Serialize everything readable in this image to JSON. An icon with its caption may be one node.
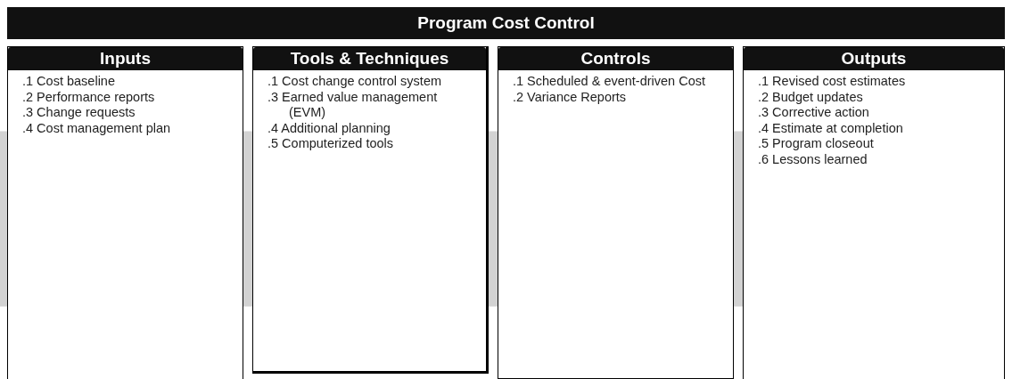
{
  "diagram": {
    "nodes": [
      {
        "text": [
          "Program Cost Control"
        ]
      },
      {
        "text": [
          "Inputs",
          ".1 Cost baseline",
          ".2 Performance reports",
          ".3 Change requests",
          ".4 Cost management plan"
        ]
      },
      {
        "text": [
          "Tools & Techniques",
          ".1 Cost change control system",
          ".3 Earned value management (EVM)",
          ".4 Additional planning",
          ".5 Computerized tools"
        ]
      },
      {
        "text": [
          "Controls",
          ".1 Scheduled & event-driven Cost",
          ".2 Variance Reports"
        ]
      },
      {
        "text": [
          "Outputs",
          ".1 Revised cost estimates",
          ".2 Budget updates",
          ".3 Corrective action",
          ".4 Estimate at completion",
          ".5 Program closeout",
          ".6 Lessons learned"
        ]
      }
    ],
    "edges": [
      {
        "from": null,
        "to": 1,
        "arrow": "none"
      },
      {
        "from": 1,
        "to": 2,
        "arrow": "none"
      },
      {
        "from": 2,
        "to": 3,
        "arrow": "none"
      },
      {
        "from": 3,
        "to": 4,
        "arrow": "none"
      }
    ]
  }
}
